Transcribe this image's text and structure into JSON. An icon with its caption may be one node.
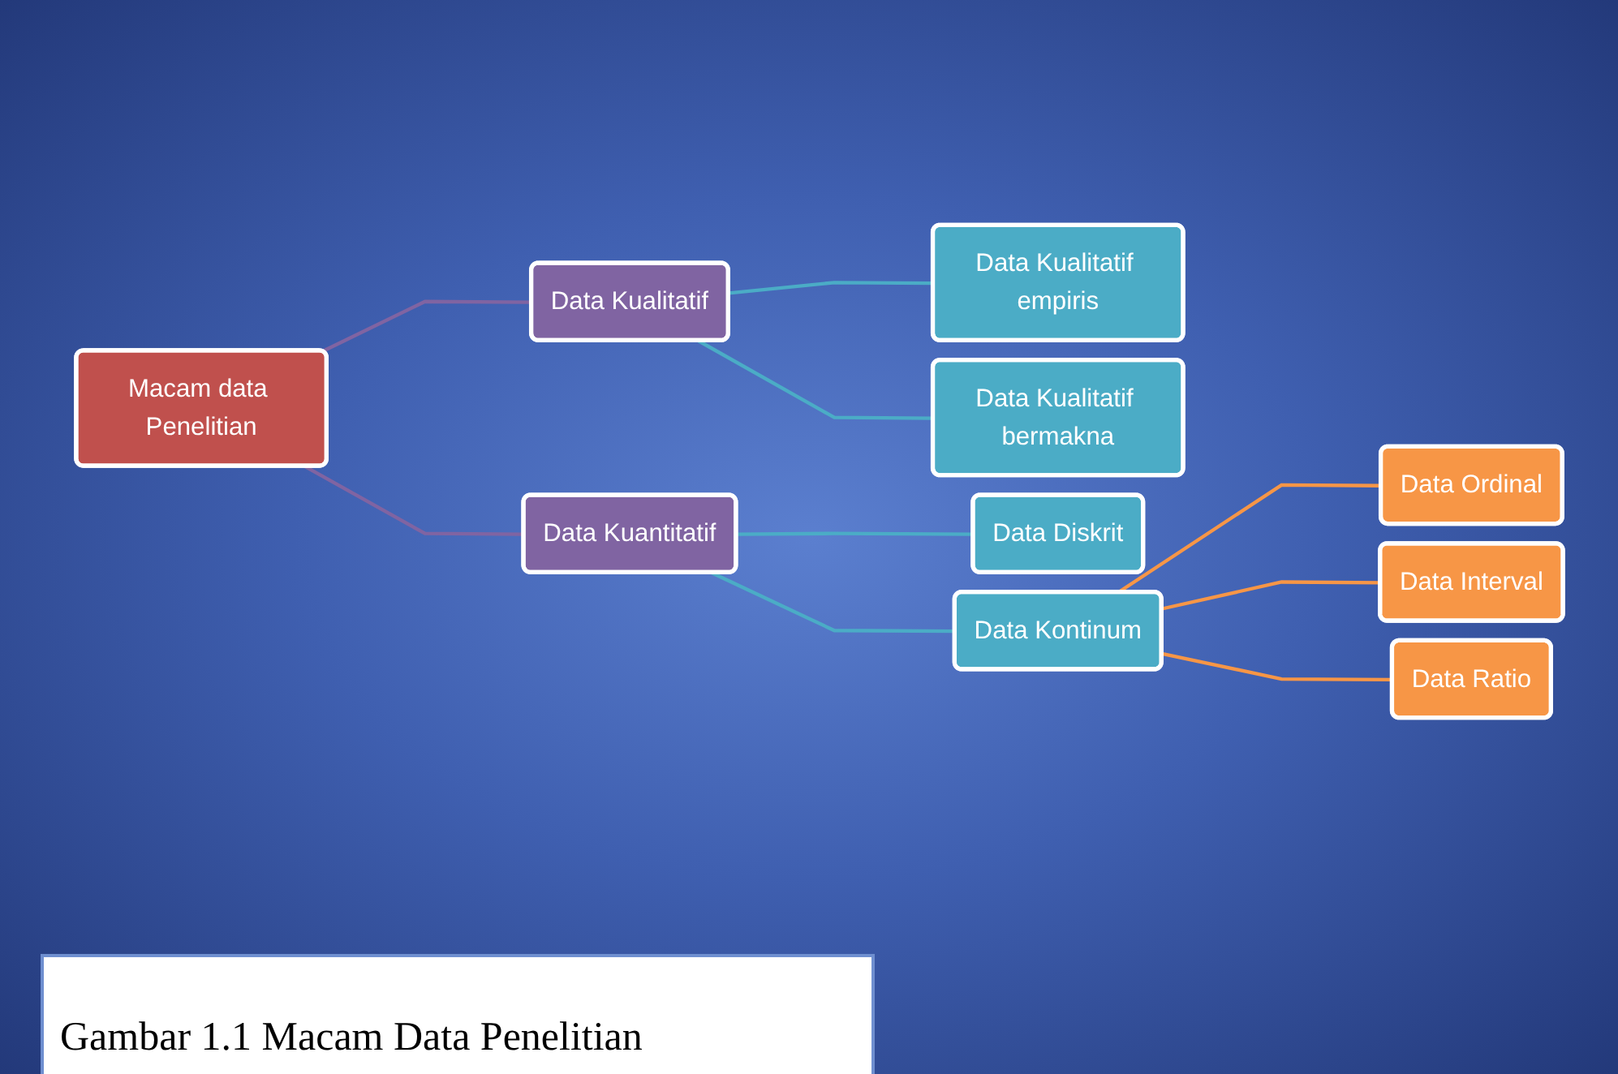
{
  "diagram": {
    "caption": "Gambar 1.1 Macam Data Penelitian",
    "nodes": [
      {
        "text": [
          "Macam data Penelitian"
        ]
      },
      {
        "text": [
          "Data Kualitatif"
        ]
      },
      {
        "text": [
          "Data Kualitatif empiris"
        ]
      },
      {
        "text": [
          "Data Kualitatif bermakna"
        ]
      },
      {
        "text": [
          "Data Kuantitatif"
        ]
      },
      {
        "text": [
          "Data Diskrit"
        ]
      },
      {
        "text": [
          "Data Kontinum"
        ]
      },
      {
        "text": [
          "Data Ordinal"
        ]
      },
      {
        "text": [
          "Data Interval"
        ]
      },
      {
        "text": [
          "Data Ratio"
        ]
      }
    ],
    "edges": [
      {
        "from": 0,
        "to": 1,
        "arrow": "none",
        "color": "#8064a2"
      },
      {
        "from": 0,
        "to": 4,
        "arrow": "none",
        "color": "#8064a2"
      },
      {
        "from": 1,
        "to": 2,
        "arrow": "none"
      },
      {
        "from": 1,
        "to": 3,
        "arrow": "none"
      },
      {
        "from": 4,
        "to": 5,
        "arrow": "none"
      },
      {
        "from": 4,
        "to": 6,
        "arrow": "none"
      },
      {
        "from": 6,
        "to": 7,
        "arrow": "none",
        "color": "#f79646"
      },
      {
        "from": 6,
        "to": 8,
        "arrow": "none",
        "color": "#f79646"
      },
      {
        "from": 6,
        "to": 9,
        "arrow": "none",
        "color": "#f79646"
      }
    ]
  }
}
